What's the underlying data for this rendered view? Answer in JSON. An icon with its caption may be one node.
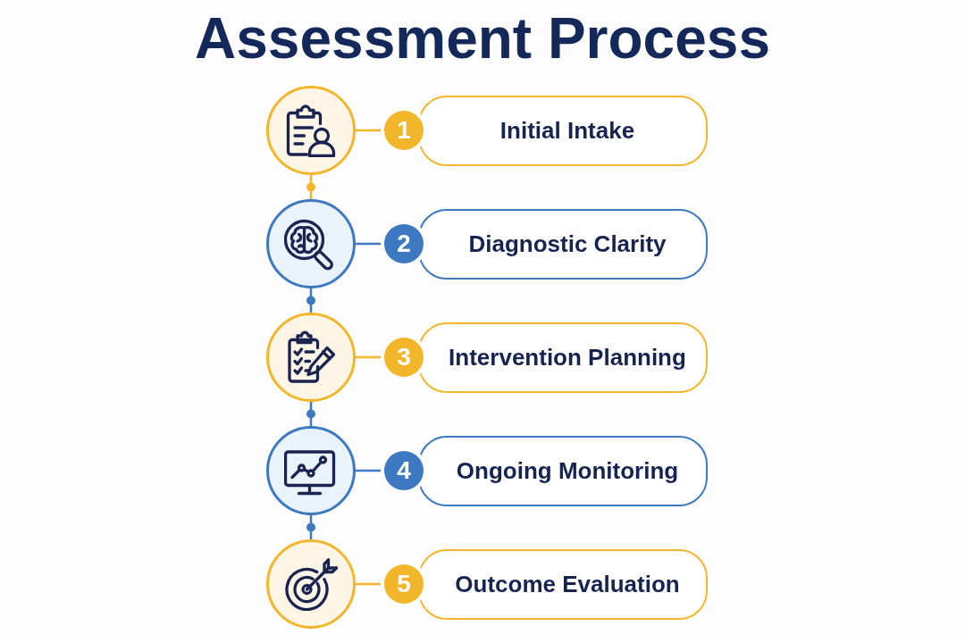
{
  "diagram": {
    "title": "Assessment Process",
    "nodes": [
      {
        "text": [],
        "shape": "circle"
      },
      {
        "text": [
          "1"
        ]
      },
      {
        "text": [
          "Initial Intake"
        ]
      },
      {
        "text": [],
        "shape": "circle"
      },
      {
        "text": [
          "2"
        ]
      },
      {
        "text": [
          "Diagnostic Clarity"
        ]
      },
      {
        "text": [],
        "shape": "circle"
      },
      {
        "text": [
          "3"
        ]
      },
      {
        "text": [
          "Intervention Planning"
        ]
      },
      {
        "text": [],
        "shape": "circle"
      },
      {
        "text": [
          "4"
        ]
      },
      {
        "text": [
          "Ongoing Monitoring"
        ]
      },
      {
        "text": [],
        "shape": "circle"
      },
      {
        "text": [
          "5"
        ]
      },
      {
        "text": [
          "Outcome Evaluation"
        ]
      }
    ],
    "edges": [
      {
        "from": 0,
        "to": 1,
        "arrow": "none",
        "color": "#f3b62b"
      },
      {
        "from": 0,
        "to": 3,
        "arrow": "none",
        "color": "#f3b62b"
      },
      {
        "from": 3,
        "to": 4,
        "arrow": "none"
      },
      {
        "from": 3,
        "to": 6,
        "arrow": "none"
      },
      {
        "from": 6,
        "to": 7,
        "arrow": "none",
        "color": "#f3b62b"
      },
      {
        "from": 6,
        "to": 9,
        "arrow": "none"
      },
      {
        "from": 9,
        "to": 10,
        "arrow": "none"
      },
      {
        "from": 9,
        "to": 12,
        "arrow": "none"
      },
      {
        "from": 12,
        "to": 13,
        "arrow": "none",
        "color": "#f3b62b"
      }
    ]
  }
}
